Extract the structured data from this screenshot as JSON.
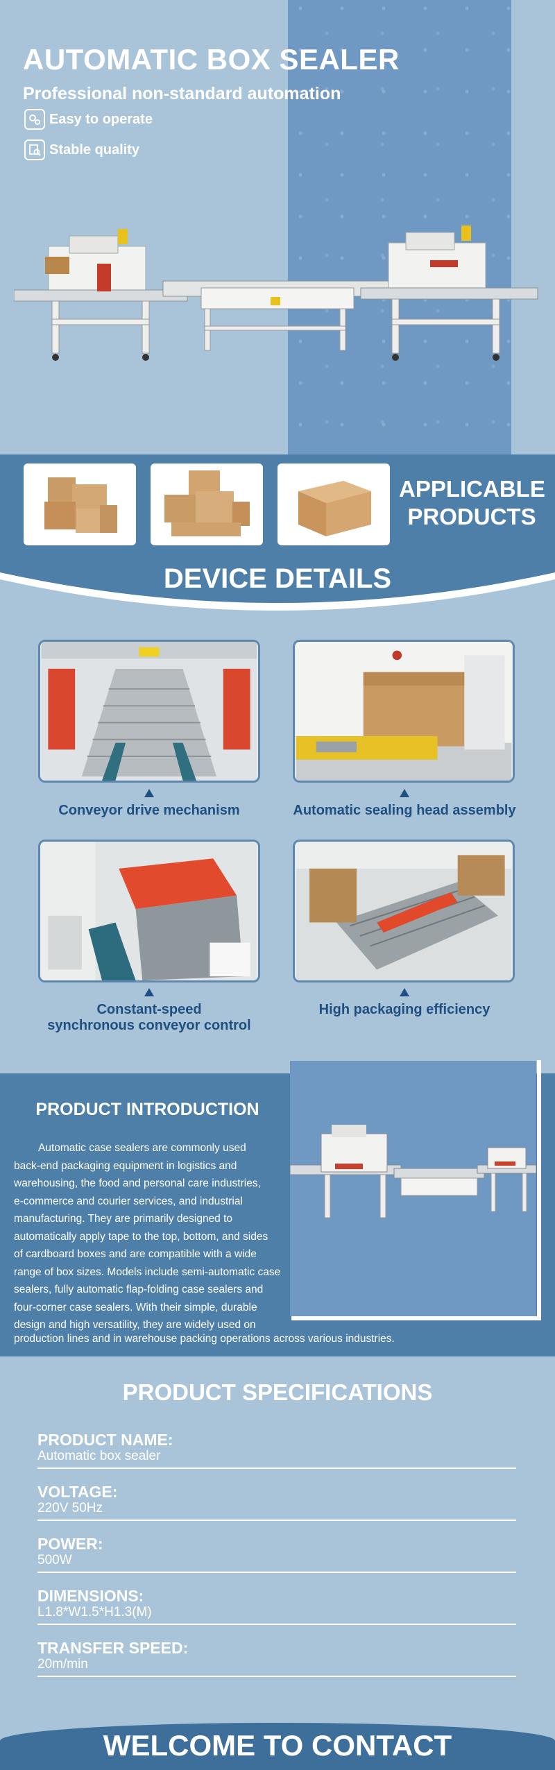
{
  "hero": {
    "title": "AUTOMATIC BOX SEALER",
    "subtitle": "Professional non-standard automation",
    "features": [
      {
        "label": "Easy to operate",
        "icon": "gears-icon"
      },
      {
        "label": "Stable quality",
        "icon": "quality-search-icon"
      }
    ]
  },
  "applicable": {
    "title_line1": "APPLICABLE",
    "title_line2": "PRODUCTS"
  },
  "details": {
    "title": "DEVICE DETAILS",
    "items": [
      {
        "caption": "Conveyor drive mechanism"
      },
      {
        "caption": "Automatic sealing head assembly"
      },
      {
        "caption_line1": "Constant-speed",
        "caption_line2": "synchronous conveyor control"
      },
      {
        "caption": "High packaging efficiency"
      }
    ]
  },
  "intro": {
    "title": "PRODUCT INTRODUCTION",
    "text_lines": [
      "Automatic case sealers are commonly used",
      "back-end packaging equipment in logistics and",
      "warehousing, the food and personal care industries,",
      "e-commerce and courier services, and industrial",
      "manufacturing. They are primarily designed to",
      "automatically apply tape to the top, bottom, and sides",
      "of cardboard boxes and are compatible with a wide",
      "range of box sizes. Models include semi-automatic case",
      "sealers, fully automatic flap-folding case sealers and",
      "four-corner case sealers. With their simple, durable",
      "design and high versatility, they are widely used on"
    ],
    "text_last": "production lines and in warehouse packing operations across various industries."
  },
  "specs": {
    "title": "PRODUCT SPECIFICATIONS",
    "items": [
      {
        "label": "PRODUCT NAME:",
        "value": "Automatic box sealer"
      },
      {
        "label": "VOLTAGE:",
        "value": "220V 50Hz"
      },
      {
        "label": "POWER:",
        "value": "500W"
      },
      {
        "label": "DIMENSIONS:",
        "value": "L1.8*W1.5*H1.3(M)"
      },
      {
        "label": "TRANSFER SPEED:",
        "value": "20m/min"
      }
    ]
  },
  "contact": {
    "title": "WELCOME TO CONTACT"
  },
  "colors": {
    "background": "#a9c4d9",
    "band": "#6f98c2",
    "section": "#4d7fa8",
    "caption": "#1f4f80"
  }
}
